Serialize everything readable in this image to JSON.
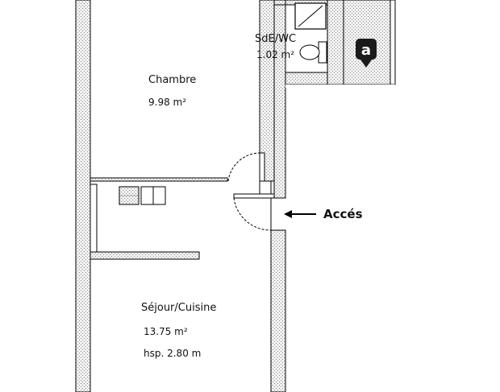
{
  "rooms": {
    "chambre": {
      "name": "Chambre",
      "area": "9.98 m²"
    },
    "sde": {
      "name": "SdE/WC",
      "area": "1.02 m²"
    },
    "sejour": {
      "name": "Séjour/Cuisine",
      "area": "13.75 m²",
      "height": "hsp. 2.80 m"
    }
  },
  "entrance": {
    "label": "Accés"
  },
  "icons": {
    "building": "a"
  }
}
